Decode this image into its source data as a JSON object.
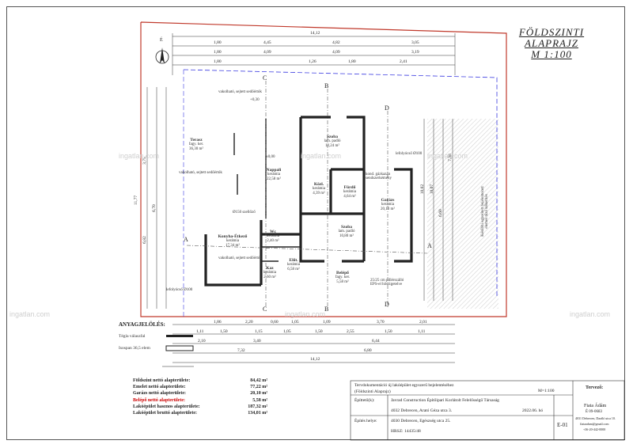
{
  "title": {
    "line1": "FÖLDSZINTI",
    "line2": "ALAPRAJZ",
    "line3": "M 1:100"
  },
  "north_label": "É",
  "top_dims": {
    "row1": [
      "1,80",
      "4,45",
      "4,82",
      "3,05"
    ],
    "row2": [
      "1,80",
      "4,09",
      "4,09",
      "3,19"
    ],
    "row3": [
      "1,80",
      "1,26",
      "1,80",
      "2,41"
    ],
    "total": "14,12"
  },
  "bottom_dims": {
    "row1": [
      "1,86",
      "2,20",
      "0,60",
      "1,05",
      "1,09",
      "3,70",
      "2,01"
    ],
    "row2": [
      "1,11",
      "1,50",
      "1,15",
      "1,05",
      "1,50",
      "2,55",
      "1,50",
      "1,11"
    ],
    "row3": [
      "7,32",
      "6,80"
    ],
    "row4": [
      "2,10",
      "3,40",
      "6,44"
    ],
    "total": "14,12"
  },
  "left_dims": [
    "11,77",
    "3,75",
    "6,82",
    "6,70"
  ],
  "right_dims": [
    "10,02",
    "10,07",
    "6,60",
    "7,98"
  ],
  "rooms": [
    {
      "name": "Terasz",
      "lines": [
        "fagy. ker.",
        "36,30 m²"
      ]
    },
    {
      "name": "Nappali",
      "lines": [
        "kerámia",
        "22,58 m²"
      ]
    },
    {
      "name": "Szoba",
      "lines": [
        "lam. padló",
        "12,24 m²"
      ]
    },
    {
      "name": "Közl.",
      "lines": [
        "kerámia",
        "4,39 m²"
      ]
    },
    {
      "name": "Fürdő",
      "lines": [
        "kerámia",
        "4,64 m²"
      ]
    },
    {
      "name": "Garázs",
      "lines": [
        "kerámia",
        "20,10 m²"
      ]
    },
    {
      "name": "Konyha-Étkező",
      "lines": [
        "kerámia",
        "17,34 m²"
      ]
    },
    {
      "name": "Wc",
      "lines": [
        "kerámia",
        "2,40 m²"
      ]
    },
    {
      "name": "Szoba",
      "lines": [
        "lam. padló",
        "10,80 m²"
      ]
    },
    {
      "name": "Kaz",
      "lines": [
        "kerámia",
        "2,60 m²"
      ]
    },
    {
      "name": "Előt.",
      "lines": [
        "kerámia",
        "6,58 m²"
      ]
    },
    {
      "name": "Belépő",
      "lines": [
        "fagy. ker.",
        "5,58 m²"
      ]
    }
  ],
  "notes": {
    "n1": "vakolható, sejtett sedőértók",
    "n2": "vakolható, sejtett sedőértók",
    "n3": "vakolható, sejtett sedőértók",
    "n4": "lefolyócső Ø100",
    "n5": "Ø150 szellőző",
    "n6": "lefolyócső Ø100",
    "n7": "kond. gázkazán\nsendszerkémény",
    "n8": "25/25 cm pillérszálló\nEPS-el hőszigetelve",
    "n9": "Későbbi egyesített bejelentezett\nelemes tűző kőkerítés",
    "n10": "±0,00",
    "n11": "+0,30"
  },
  "section_marks": [
    "A",
    "A",
    "B",
    "B",
    "C",
    "C",
    "D",
    "D"
  ],
  "legend": {
    "title": "ANYAGJELÖLÉS:",
    "items": [
      "Tégla válaszfal",
      "Isospan 36,5 elem"
    ]
  },
  "areas": [
    {
      "label": "Földszint nettó alapterülete:",
      "value": "84,42 m²",
      "red": false
    },
    {
      "label": "Emelet nettó alapterülete:",
      "value": "77,22 m²",
      "red": false
    },
    {
      "label": "Garázs nettó alapterülete:",
      "value": "20,10 m²",
      "red": false
    },
    {
      "label": "Belépő nettó alapterülete:",
      "value": "5,58 m²",
      "red": true
    },
    {
      "label": "Lakóépület hasznos alapterülete:",
      "value": "187,32 m²",
      "red": false
    },
    {
      "label": "Lakóépület bruttó alapterülete:",
      "value": "134,01 m²",
      "red": false
    }
  ],
  "title_block": {
    "doc": "Tervdokumentáció új lakóépület egyszerű bejelentéséhez",
    "sub": "(Földszinti Alaprajz)",
    "scale": "M=1:100",
    "builder_label": "Építtető(k):",
    "builder": "Javrad Construction Építőipari Korlátolt Felelősségű Társaság",
    "builder_addr": "4032 Debrecen, Arató Géza utca 3.",
    "date": "2022.06. hó",
    "site_label": "Építés helye:",
    "site": "4030 Debrecen, Egészség utca 25.",
    "hrsz": "HRSZ: 14435/48",
    "sheet": "E-01",
    "designer_label": "Tervező:",
    "designer_name": "Fiata Ádám",
    "designer_reg": "É 09-0683",
    "designer_addr": "4031 Debrecen, Daráló utca 10.",
    "designer_email": "fiataadam@gmail.com",
    "designer_phone": "+36-20-442-0000"
  },
  "watermarks": [
    "ingatlan.com",
    "ingatlan.com",
    "ingatlan.com",
    "ingatlan.com",
    "ingatlan.com",
    "ingatlan.com"
  ],
  "colors": {
    "property_line": "#c0392b",
    "axis": "#3a3ae0",
    "wall": "#222222",
    "hatch": "#dcdcdc"
  }
}
